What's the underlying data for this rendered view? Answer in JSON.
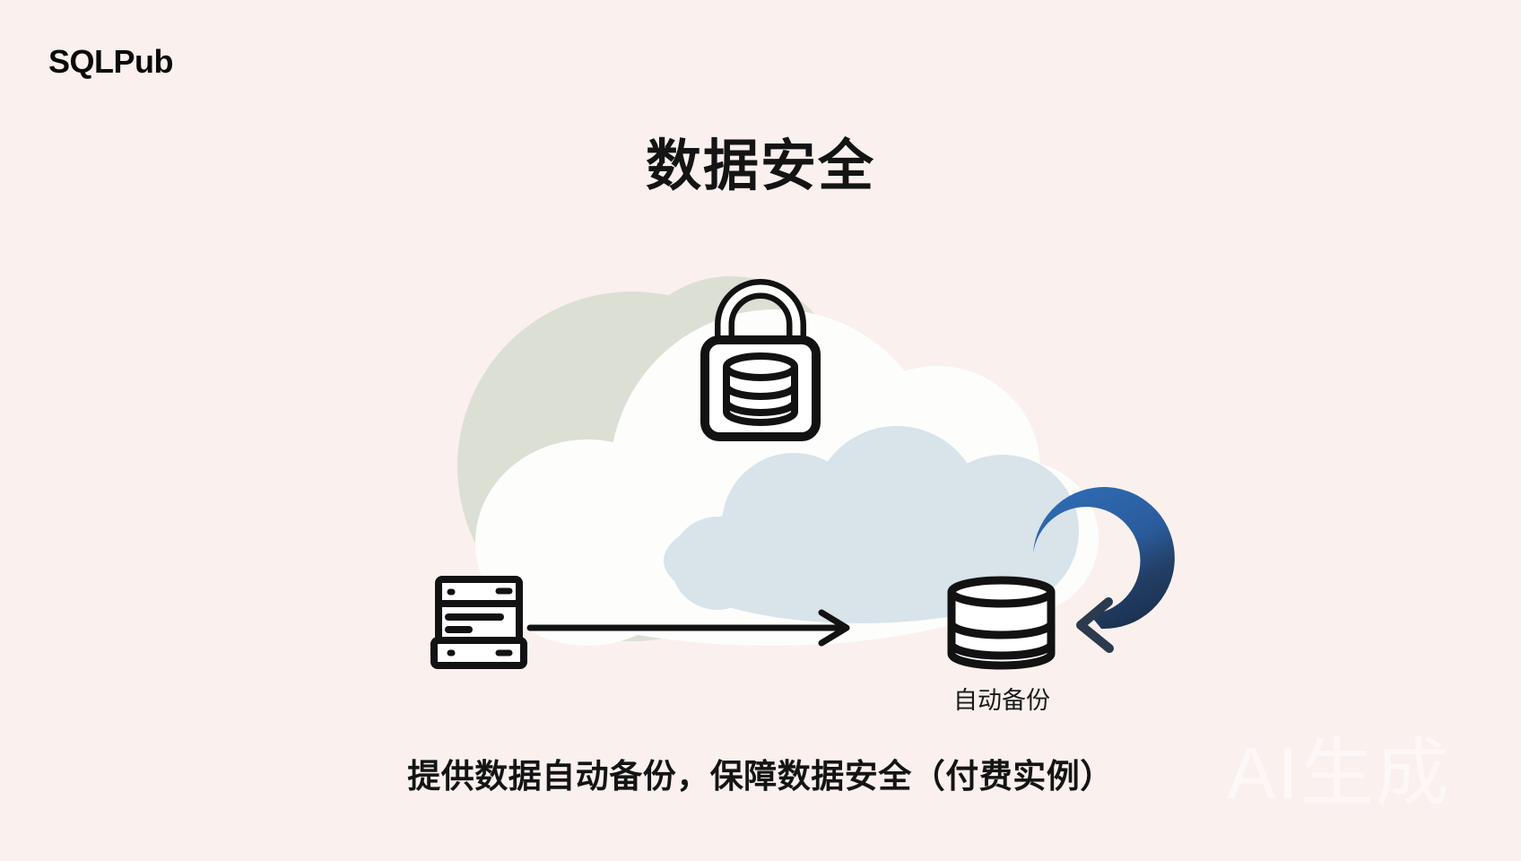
{
  "brand": {
    "logo": "SQLPub"
  },
  "header": {
    "title": "数据安全"
  },
  "diagram": {
    "backup_label": "自动备份",
    "icons": [
      "cloud-back-icon",
      "cloud-front-icon",
      "cloud-blue-icon",
      "lock-database-icon",
      "server-icon",
      "transfer-arrow-icon",
      "database-icon",
      "backup-cycle-arrow-icon"
    ]
  },
  "caption": {
    "text": "提供数据自动备份，保障数据安全（付费实例）"
  },
  "watermark": {
    "text": "AI生成"
  },
  "colors": {
    "background": "#faf0ee",
    "cloud_back": "#dce0d4",
    "cloud_front": "#fdfdfc",
    "cloud_blue": "#d8e3ea",
    "ink": "#121212",
    "swoosh_blue": "#2e6ab3",
    "swoosh_navy": "#1b3051",
    "arrowhead_dark": "#2c3a4d"
  }
}
